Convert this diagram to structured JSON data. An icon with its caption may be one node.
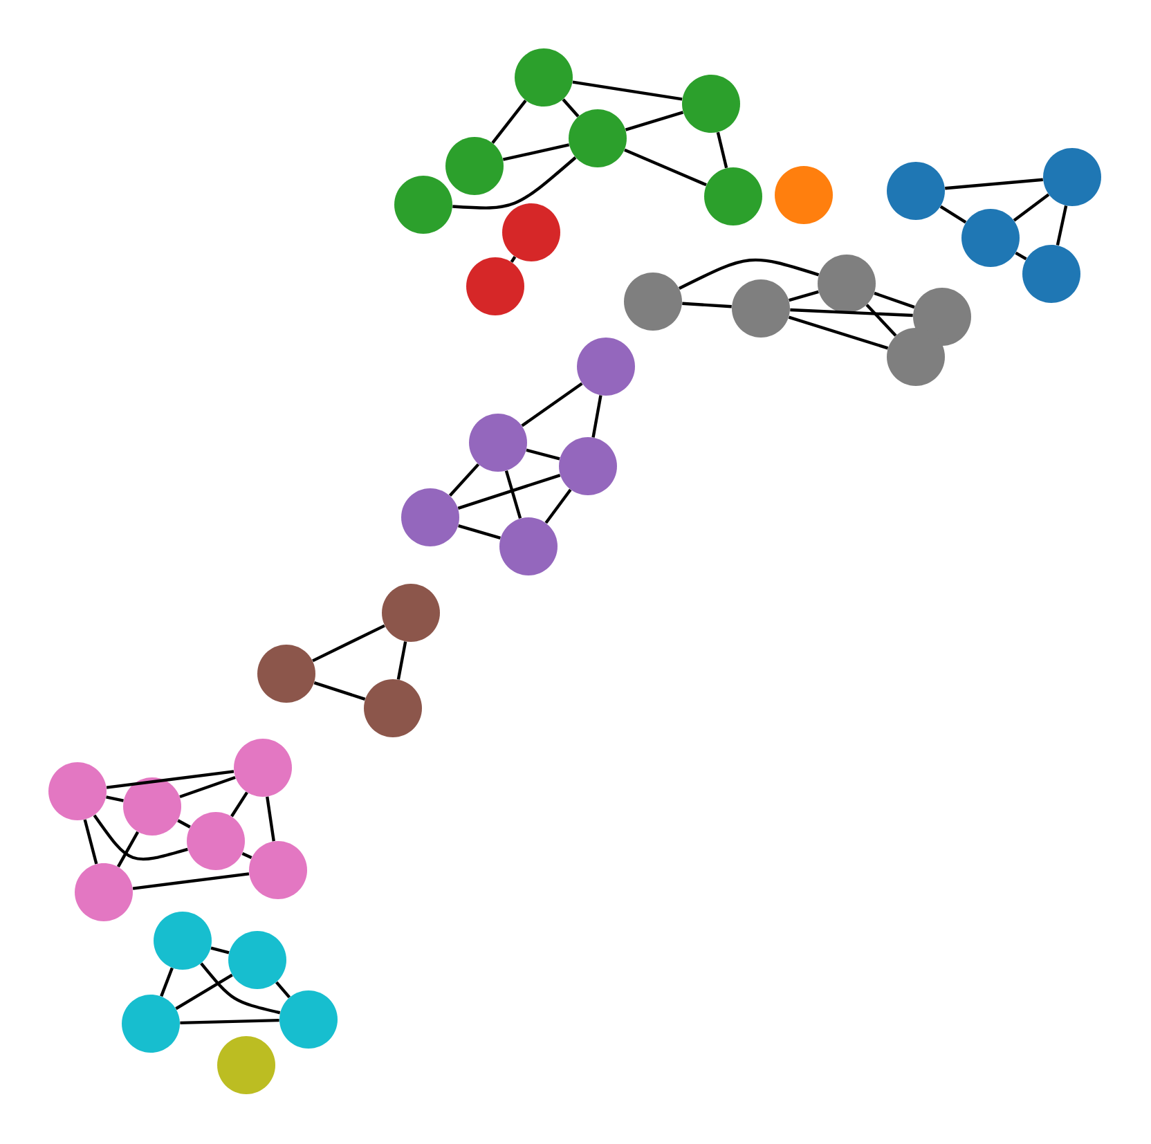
{
  "diagram": {
    "nodes": [
      {
        "text": [],
        "shape": "circle"
      },
      {
        "text": [],
        "shape": "circle"
      },
      {
        "text": [],
        "shape": "circle"
      },
      {
        "text": [],
        "shape": "circle"
      },
      {
        "text": [],
        "shape": "circle"
      },
      {
        "text": [],
        "shape": "circle"
      },
      {
        "text": [],
        "shape": "circle"
      },
      {
        "text": [],
        "shape": "circle"
      },
      {
        "text": [],
        "shape": "circle"
      },
      {
        "text": [],
        "shape": "circle"
      },
      {
        "text": [],
        "shape": "circle"
      },
      {
        "text": [],
        "shape": "circle"
      },
      {
        "text": [],
        "shape": "circle"
      },
      {
        "text": [],
        "shape": "circle"
      },
      {
        "text": [],
        "shape": "circle"
      },
      {
        "text": [],
        "shape": "circle"
      },
      {
        "text": [],
        "shape": "circle"
      },
      {
        "text": [],
        "shape": "circle"
      },
      {
        "text": [],
        "shape": "circle"
      },
      {
        "text": [],
        "shape": "circle"
      },
      {
        "text": [],
        "shape": "circle"
      },
      {
        "text": [],
        "shape": "circle"
      },
      {
        "text": [],
        "shape": "circle"
      },
      {
        "text": [],
        "shape": "circle"
      },
      {
        "text": [],
        "shape": "circle"
      },
      {
        "text": [],
        "shape": "circle"
      },
      {
        "text": [],
        "shape": "circle"
      },
      {
        "text": [],
        "shape": "circle"
      },
      {
        "text": [],
        "shape": "circle"
      },
      {
        "text": [],
        "shape": "circle"
      },
      {
        "text": [],
        "shape": "circle"
      },
      {
        "text": [],
        "shape": "circle"
      },
      {
        "text": [],
        "shape": "circle"
      },
      {
        "text": [],
        "shape": "circle"
      },
      {
        "text": [],
        "shape": "circle"
      },
      {
        "text": [],
        "shape": "circle"
      },
      {
        "text": [],
        "shape": "circle"
      }
    ],
    "edges": [
      {
        "from": 0,
        "to": 1,
        "arrow": "none"
      },
      {
        "from": 0,
        "to": 2,
        "arrow": "none"
      },
      {
        "from": 0,
        "to": 3,
        "arrow": "none"
      },
      {
        "from": 1,
        "to": 2,
        "arrow": "none"
      },
      {
        "from": 1,
        "to": 7,
        "arrow": "none"
      },
      {
        "from": 2,
        "to": 7,
        "arrow": "none"
      },
      {
        "from": 2,
        "to": 3,
        "arrow": "none"
      },
      {
        "from": 2,
        "to": 8,
        "arrow": "none"
      },
      {
        "from": 10,
        "to": 13,
        "arrow": "none"
      },
      {
        "from": 5,
        "to": 4,
        "arrow": "none"
      },
      {
        "from": 5,
        "to": 9,
        "arrow": "none"
      },
      {
        "from": 9,
        "to": 4,
        "arrow": "none"
      },
      {
        "from": 9,
        "to": 11,
        "arrow": "none"
      },
      {
        "from": 4,
        "to": 11,
        "arrow": "none"
      },
      {
        "from": 14,
        "to": 12,
        "arrow": "none"
      },
      {
        "from": 14,
        "to": 15,
        "arrow": "none"
      },
      {
        "from": 15,
        "to": 12,
        "arrow": "none"
      },
      {
        "from": 15,
        "to": 16,
        "arrow": "none"
      },
      {
        "from": 15,
        "to": 17,
        "arrow": "none"
      },
      {
        "from": 12,
        "to": 16,
        "arrow": "none"
      },
      {
        "from": 12,
        "to": 17,
        "arrow": "none"
      },
      {
        "from": 18,
        "to": 19,
        "arrow": "none"
      },
      {
        "from": 18,
        "to": 20,
        "arrow": "none"
      },
      {
        "from": 19,
        "to": 20,
        "arrow": "none"
      },
      {
        "from": 19,
        "to": 21,
        "arrow": "none"
      },
      {
        "from": 19,
        "to": 22,
        "arrow": "none"
      },
      {
        "from": 21,
        "to": 20,
        "arrow": "none"
      },
      {
        "from": 21,
        "to": 22,
        "arrow": "none"
      },
      {
        "from": 22,
        "to": 20,
        "arrow": "none"
      },
      {
        "from": 23,
        "to": 24,
        "arrow": "none"
      },
      {
        "from": 23,
        "to": 25,
        "arrow": "none"
      },
      {
        "from": 24,
        "to": 25,
        "arrow": "none"
      },
      {
        "from": 27,
        "to": 26,
        "arrow": "none"
      },
      {
        "from": 27,
        "to": 28,
        "arrow": "none"
      },
      {
        "from": 27,
        "to": 29,
        "arrow": "none"
      },
      {
        "from": 27,
        "to": 31,
        "arrow": "none"
      },
      {
        "from": 28,
        "to": 26,
        "arrow": "none"
      },
      {
        "from": 28,
        "to": 29,
        "arrow": "none"
      },
      {
        "from": 28,
        "to": 31,
        "arrow": "none"
      },
      {
        "from": 26,
        "to": 29,
        "arrow": "none"
      },
      {
        "from": 26,
        "to": 30,
        "arrow": "none"
      },
      {
        "from": 29,
        "to": 30,
        "arrow": "none"
      },
      {
        "from": 31,
        "to": 30,
        "arrow": "none"
      },
      {
        "from": 32,
        "to": 33,
        "arrow": "none"
      },
      {
        "from": 32,
        "to": 34,
        "arrow": "none"
      },
      {
        "from": 32,
        "to": 35,
        "arrow": "none"
      },
      {
        "from": 35,
        "to": 33,
        "arrow": "none"
      },
      {
        "from": 35,
        "to": 34,
        "arrow": "none"
      },
      {
        "from": 33,
        "to": 34,
        "arrow": "none"
      }
    ]
  }
}
